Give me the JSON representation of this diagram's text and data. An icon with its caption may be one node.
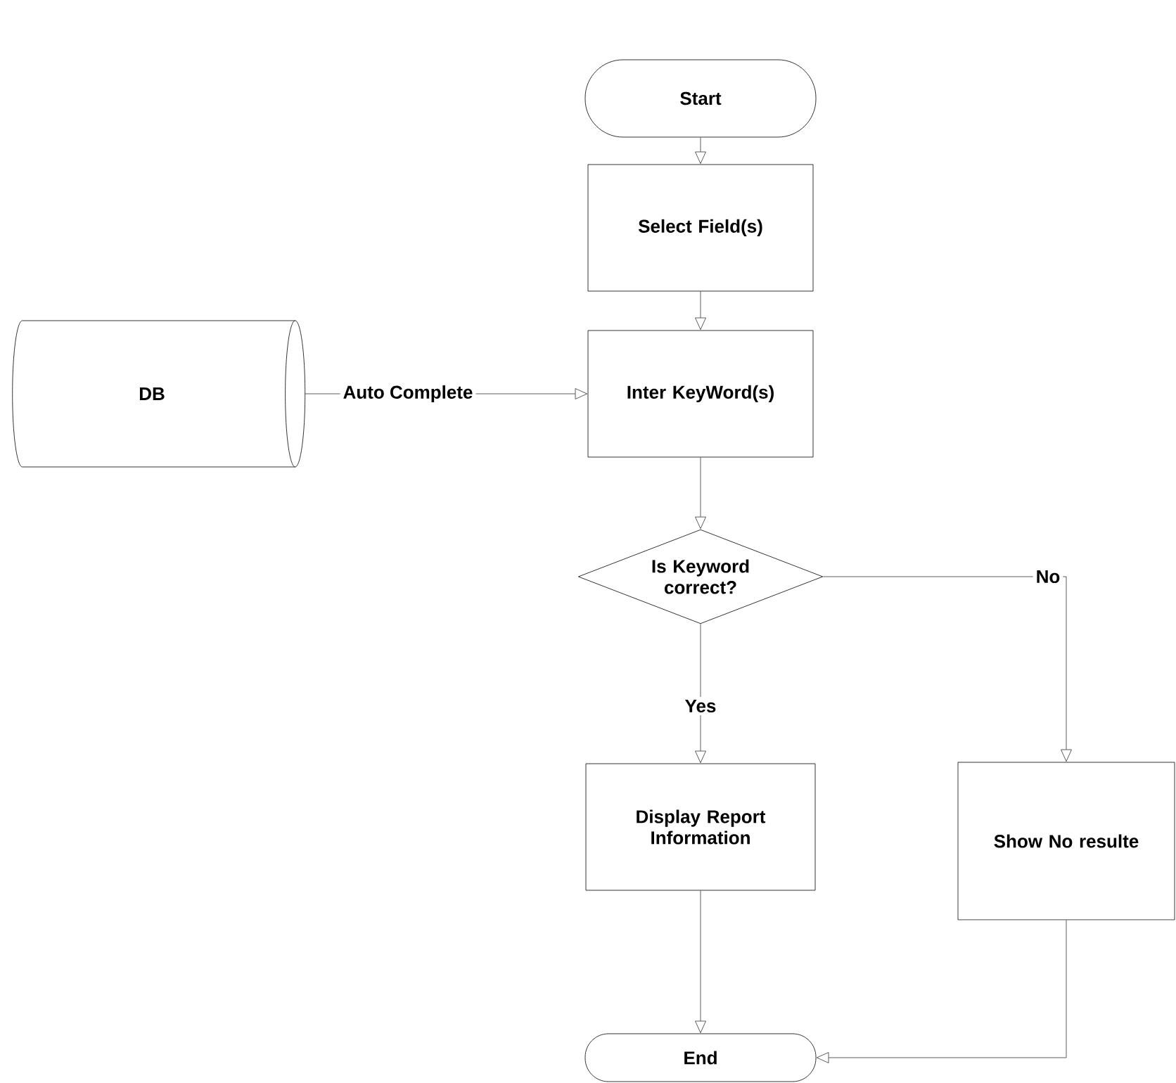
{
  "diagram": {
    "nodes": [
      {
        "text": [
          "Start"
        ]
      },
      {
        "text": [
          "Select Field(s)"
        ]
      },
      {
        "text": [
          "Inter KeyWord(s)"
        ]
      },
      {
        "text": [
          "Is Keyword correct?"
        ]
      },
      {
        "text": [
          "Display Report Information"
        ]
      },
      {
        "text": [
          "Show No resulte"
        ]
      },
      {
        "text": [
          "End"
        ]
      },
      {
        "text": [
          "DB"
        ]
      }
    ],
    "edges": [
      {
        "from": 0,
        "to": 1,
        "arrow": "to"
      },
      {
        "from": 1,
        "to": 2,
        "arrow": "to"
      },
      {
        "from": 7,
        "to": 2,
        "arrow": "to",
        "label": "Auto Complete"
      },
      {
        "from": 2,
        "to": 3,
        "arrow": "to"
      },
      {
        "from": 3,
        "to": 4,
        "arrow": "to",
        "label": "Yes"
      },
      {
        "from": 3,
        "to": 5,
        "arrow": "to",
        "label": "No"
      },
      {
        "from": 4,
        "to": 6,
        "arrow": "to"
      },
      {
        "from": 5,
        "to": 6,
        "arrow": "to"
      }
    ]
  }
}
